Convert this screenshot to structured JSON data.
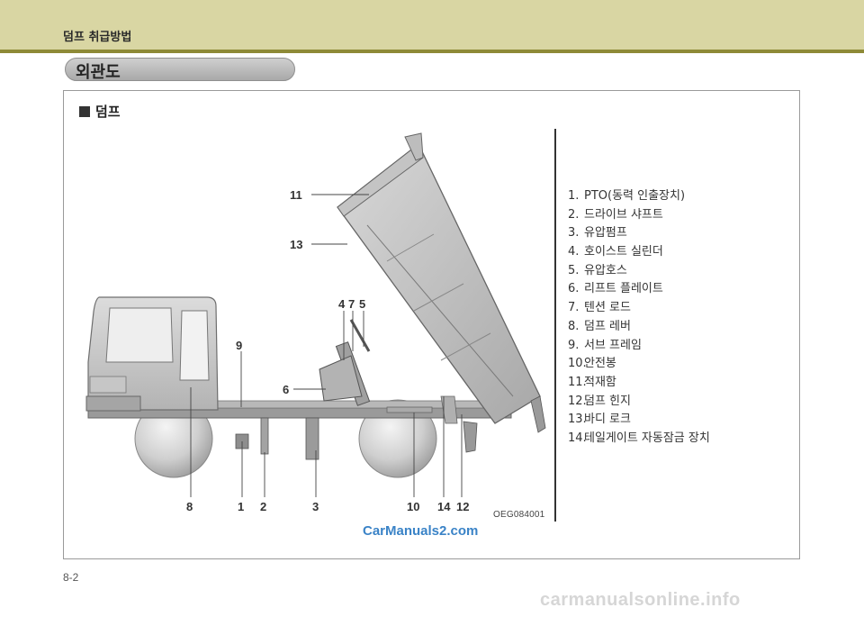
{
  "header": {
    "title": "덤프 취급방법"
  },
  "section": {
    "title": "외관도"
  },
  "figure": {
    "subtitle": "덤프",
    "code": "OEG084001",
    "watermark": "CarManuals2.com"
  },
  "callouts": {
    "c11": "11",
    "c13": "13",
    "c9": "9",
    "c6": "6",
    "c4": "4",
    "c7": "7",
    "c5": "5",
    "c8": "8",
    "c1": "1",
    "c2": "2",
    "c3": "3",
    "c10": "10",
    "c14": "14",
    "c12": "12"
  },
  "legend": [
    {
      "num": "1.",
      "label": "PTO(동력 인출장치)"
    },
    {
      "num": "2.",
      "label": "드라이브 샤프트"
    },
    {
      "num": "3.",
      "label": "유압펌프"
    },
    {
      "num": "4.",
      "label": "호이스트 실린더"
    },
    {
      "num": "5.",
      "label": "유압호스"
    },
    {
      "num": "6.",
      "label": "리프트 플레이트"
    },
    {
      "num": "7.",
      "label": "텐션 로드"
    },
    {
      "num": "8.",
      "label": "덤프 레버"
    },
    {
      "num": "9.",
      "label": "서브 프레임"
    },
    {
      "num": "10.",
      "label": "안전봉"
    },
    {
      "num": "11.",
      "label": "적재함"
    },
    {
      "num": "12.",
      "label": "덤프 힌지"
    },
    {
      "num": "13.",
      "label": "바디 로크"
    },
    {
      "num": "14.",
      "label": "테일게이트 자동잠금 장치"
    }
  ],
  "footer": {
    "page": "8-2",
    "watermark": "carmanualsonline.info"
  }
}
